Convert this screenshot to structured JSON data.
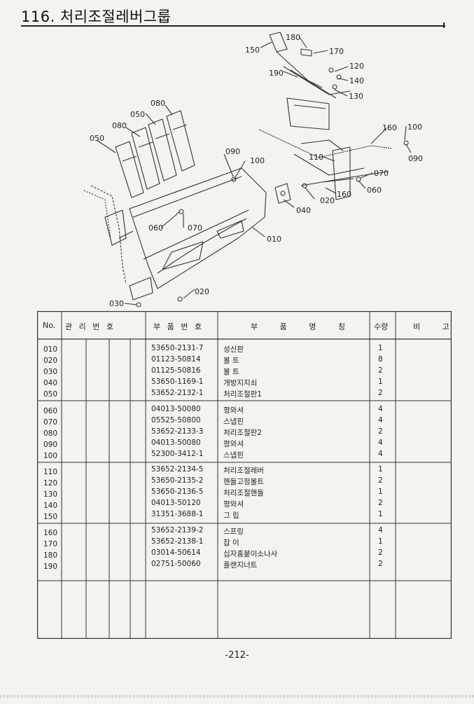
{
  "title": "116. 처리조절레버그룹",
  "page_number": "-212-",
  "diagram": {
    "callouts": [
      "010",
      "020",
      "020",
      "030",
      "040",
      "050",
      "050",
      "060",
      "060",
      "070",
      "070",
      "080",
      "080",
      "090",
      "090",
      "100",
      "100",
      "110",
      "120",
      "130",
      "140",
      "150",
      "160",
      "160",
      "170",
      "180",
      "190"
    ]
  },
  "table": {
    "headers": {
      "no": "No.",
      "management_no": "관 리 번 호",
      "part_no": "부 품 번 호",
      "part_name": "부 품 명 칭",
      "qty": "수량",
      "remarks": "비 고"
    },
    "groups": [
      {
        "rows": [
          {
            "no": "010",
            "part_no": "53650-2131-7",
            "name": "성신판",
            "qty": "1"
          },
          {
            "no": "020",
            "part_no": "01123-50814",
            "name": "볼 트",
            "qty": "8"
          },
          {
            "no": "030",
            "part_no": "01125-50816",
            "name": "볼 트",
            "qty": "2"
          },
          {
            "no": "040",
            "part_no": "53650-1169-1",
            "name": "개방지지쇠",
            "qty": "1"
          },
          {
            "no": "050",
            "part_no": "53652-2132-1",
            "name": "처리조절판1",
            "qty": "2"
          }
        ]
      },
      {
        "rows": [
          {
            "no": "060",
            "part_no": "04013-50080",
            "name": "평와셔",
            "qty": "4"
          },
          {
            "no": "070",
            "part_no": "05525-50800",
            "name": "스냅핀",
            "qty": "4"
          },
          {
            "no": "080",
            "part_no": "53652-2133-3",
            "name": "처리조절판2",
            "qty": "2"
          },
          {
            "no": "090",
            "part_no": "04013-50080",
            "name": "평와셔",
            "qty": "4"
          },
          {
            "no": "100",
            "part_no": "52300-3412-1",
            "name": "스냅핀",
            "qty": "4"
          }
        ]
      },
      {
        "rows": [
          {
            "no": "110",
            "part_no": "53652-2134-5",
            "name": "처리조절레버",
            "qty": "1"
          },
          {
            "no": "120",
            "part_no": "53650-2135-2",
            "name": "핸들고정볼트",
            "qty": "2"
          },
          {
            "no": "130",
            "part_no": "53650-2136-5",
            "name": "처리조절핸들",
            "qty": "1"
          },
          {
            "no": "140",
            "part_no": "04013-50120",
            "name": "평와셔",
            "qty": "2"
          },
          {
            "no": "150",
            "part_no": "31351-3688-1",
            "name": "그 립",
            "qty": "1"
          }
        ]
      },
      {
        "rows": [
          {
            "no": "160",
            "part_no": "53652-2139-2",
            "name": "스프링",
            "qty": "4"
          },
          {
            "no": "170",
            "part_no": "53652-2138-1",
            "name": "잡 이",
            "qty": "1"
          },
          {
            "no": "180",
            "part_no": "03014-50614",
            "name": "십자홈붙이소나사",
            "qty": "2"
          },
          {
            "no": "190",
            "part_no": "02751-50060",
            "name": "플랜지너트",
            "qty": "2"
          }
        ]
      }
    ]
  }
}
